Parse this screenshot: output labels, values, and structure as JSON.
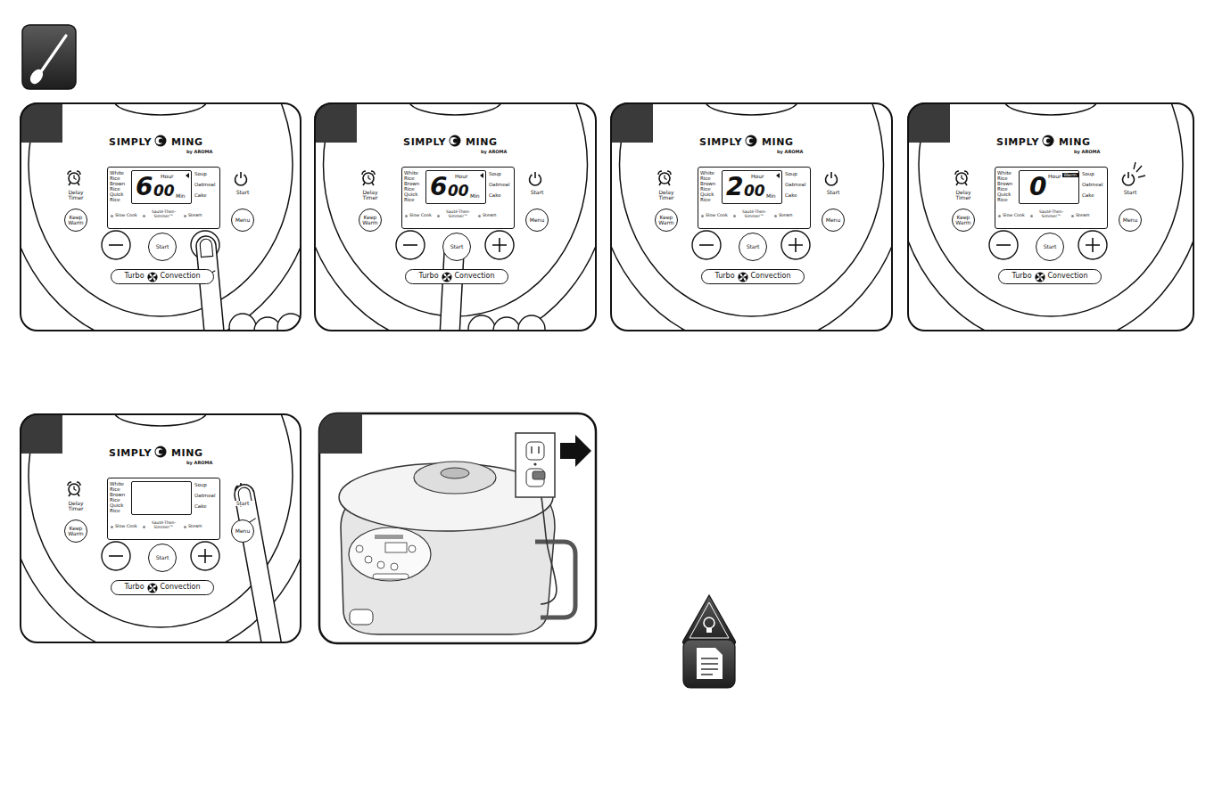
{
  "diagram": {
    "nodes": [
      {
        "text": [
          "SIMPLY",
          "MING",
          "by AROMA",
          "Delay Timer",
          "Start"
        ]
      },
      {
        "text": [
          "White Rice",
          "Brown Rice",
          "Quick Rice",
          "Soup",
          "Oatmeal",
          "Cake",
          "Slow Cook",
          "Sauté-Then-Simmer™",
          "Steam"
        ],
        "in": 0
      },
      {
        "text": [
          "6",
          "00",
          "Hour",
          "Min"
        ],
        "in": 1
      },
      {
        "text": [
          "Keep Warm"
        ],
        "in": 0
      },
      {
        "text": [
          "Menu"
        ],
        "in": 0
      },
      {
        "text": [
          "Start"
        ],
        "in": 0
      },
      {
        "text": [
          "Turbo",
          "Convection"
        ],
        "in": 0
      },
      {
        "text": [
          "SIMPLY",
          "MING",
          "by AROMA",
          "Delay Timer",
          "Start"
        ]
      },
      {
        "text": [
          "White Rice",
          "Brown Rice",
          "Quick Rice",
          "Soup",
          "Oatmeal",
          "Cake",
          "Slow Cook",
          "Sauté-Then-Simmer™",
          "Steam"
        ],
        "in": 7
      },
      {
        "text": [
          "6",
          "00",
          "Hour",
          "Min"
        ],
        "in": 8
      },
      {
        "text": [
          "Keep Warm"
        ],
        "in": 7
      },
      {
        "text": [
          "Menu"
        ],
        "in": 7
      },
      {
        "text": [
          "Start"
        ],
        "in": 7
      },
      {
        "text": [
          "Turbo",
          "Convection"
        ],
        "in": 7
      },
      {
        "text": [
          "SIMPLY",
          "MING",
          "by AROMA",
          "Delay Timer",
          "Start"
        ]
      },
      {
        "text": [
          "White Rice",
          "Brown Rice",
          "Quick Rice",
          "Soup",
          "Oatmeal",
          "Cake",
          "Slow Cook",
          "Sauté-Then-Simmer™",
          "Steam"
        ],
        "in": 14
      },
      {
        "text": [
          "2",
          "00",
          "Hour",
          "Min"
        ],
        "in": 15
      },
      {
        "text": [
          "Keep Warm"
        ],
        "in": 14
      },
      {
        "text": [
          "Menu"
        ],
        "in": 14
      },
      {
        "text": [
          "Start"
        ],
        "in": 14
      },
      {
        "text": [
          "Turbo",
          "Convection"
        ],
        "in": 14
      },
      {
        "text": [
          "SIMPLY",
          "MING",
          "by AROMA",
          "Delay Timer",
          "Start"
        ]
      },
      {
        "text": [
          "White Rice",
          "Brown Rice",
          "Quick Rice",
          "Soup",
          "Oatmeal",
          "Cake",
          "Slow Cook",
          "Sauté-Then-Simmer™",
          "Steam"
        ],
        "in": 21
      },
      {
        "text": [
          "0",
          "Hour",
          "Warm"
        ],
        "in": 22
      },
      {
        "text": [
          "Keep Warm"
        ],
        "in": 21
      },
      {
        "text": [
          "Menu"
        ],
        "in": 21
      },
      {
        "text": [
          "Start"
        ],
        "in": 21
      },
      {
        "text": [
          "Turbo",
          "Convection"
        ],
        "in": 21
      },
      {
        "text": [
          "SIMPLY",
          "MING",
          "by AROMA",
          "Delay Timer",
          "Start"
        ]
      },
      {
        "text": [
          "White Rice",
          "Brown Rice",
          "Quick Rice",
          "Soup",
          "Oatmeal",
          "Cake",
          "Slow Cook",
          "Sauté-Then-Simmer™",
          "Steam"
        ],
        "in": 28
      },
      {
        "text": [
          "Keep Warm"
        ],
        "in": 28
      },
      {
        "text": [
          "Menu"
        ],
        "in": 28
      },
      {
        "text": [
          "Start"
        ],
        "in": 28
      },
      {
        "text": [
          "Turbo",
          "Convection"
        ],
        "in": 28
      }
    ]
  }
}
